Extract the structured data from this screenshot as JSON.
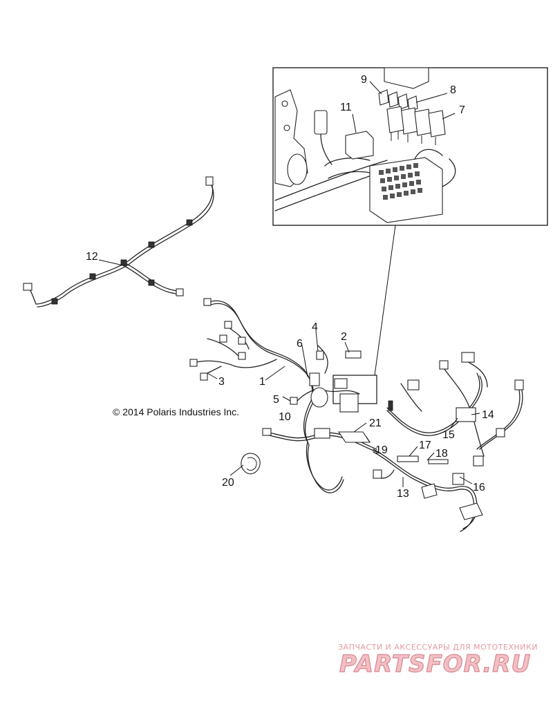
{
  "copyright": "© 2014 Polaris Industries Inc.",
  "callouts": {
    "n1": "1",
    "n2": "2",
    "n3": "3",
    "n4": "4",
    "n5": "5",
    "n6": "6",
    "n7": "7",
    "n8": "8",
    "n9": "9",
    "n10": "10",
    "n11": "11",
    "n12": "12",
    "n13": "13",
    "n14": "14",
    "n15": "15",
    "n16": "16",
    "n17": "17",
    "n18": "18",
    "n19": "19",
    "n20": "20",
    "n21": "21"
  },
  "watermark": {
    "tagline": "ЗАПЧАСТИ И АКСЕССУАРЫ ДЛЯ МОТОТЕХНИКИ",
    "brand": "PARTSFOR.RU",
    "color": "#e39aa0"
  }
}
